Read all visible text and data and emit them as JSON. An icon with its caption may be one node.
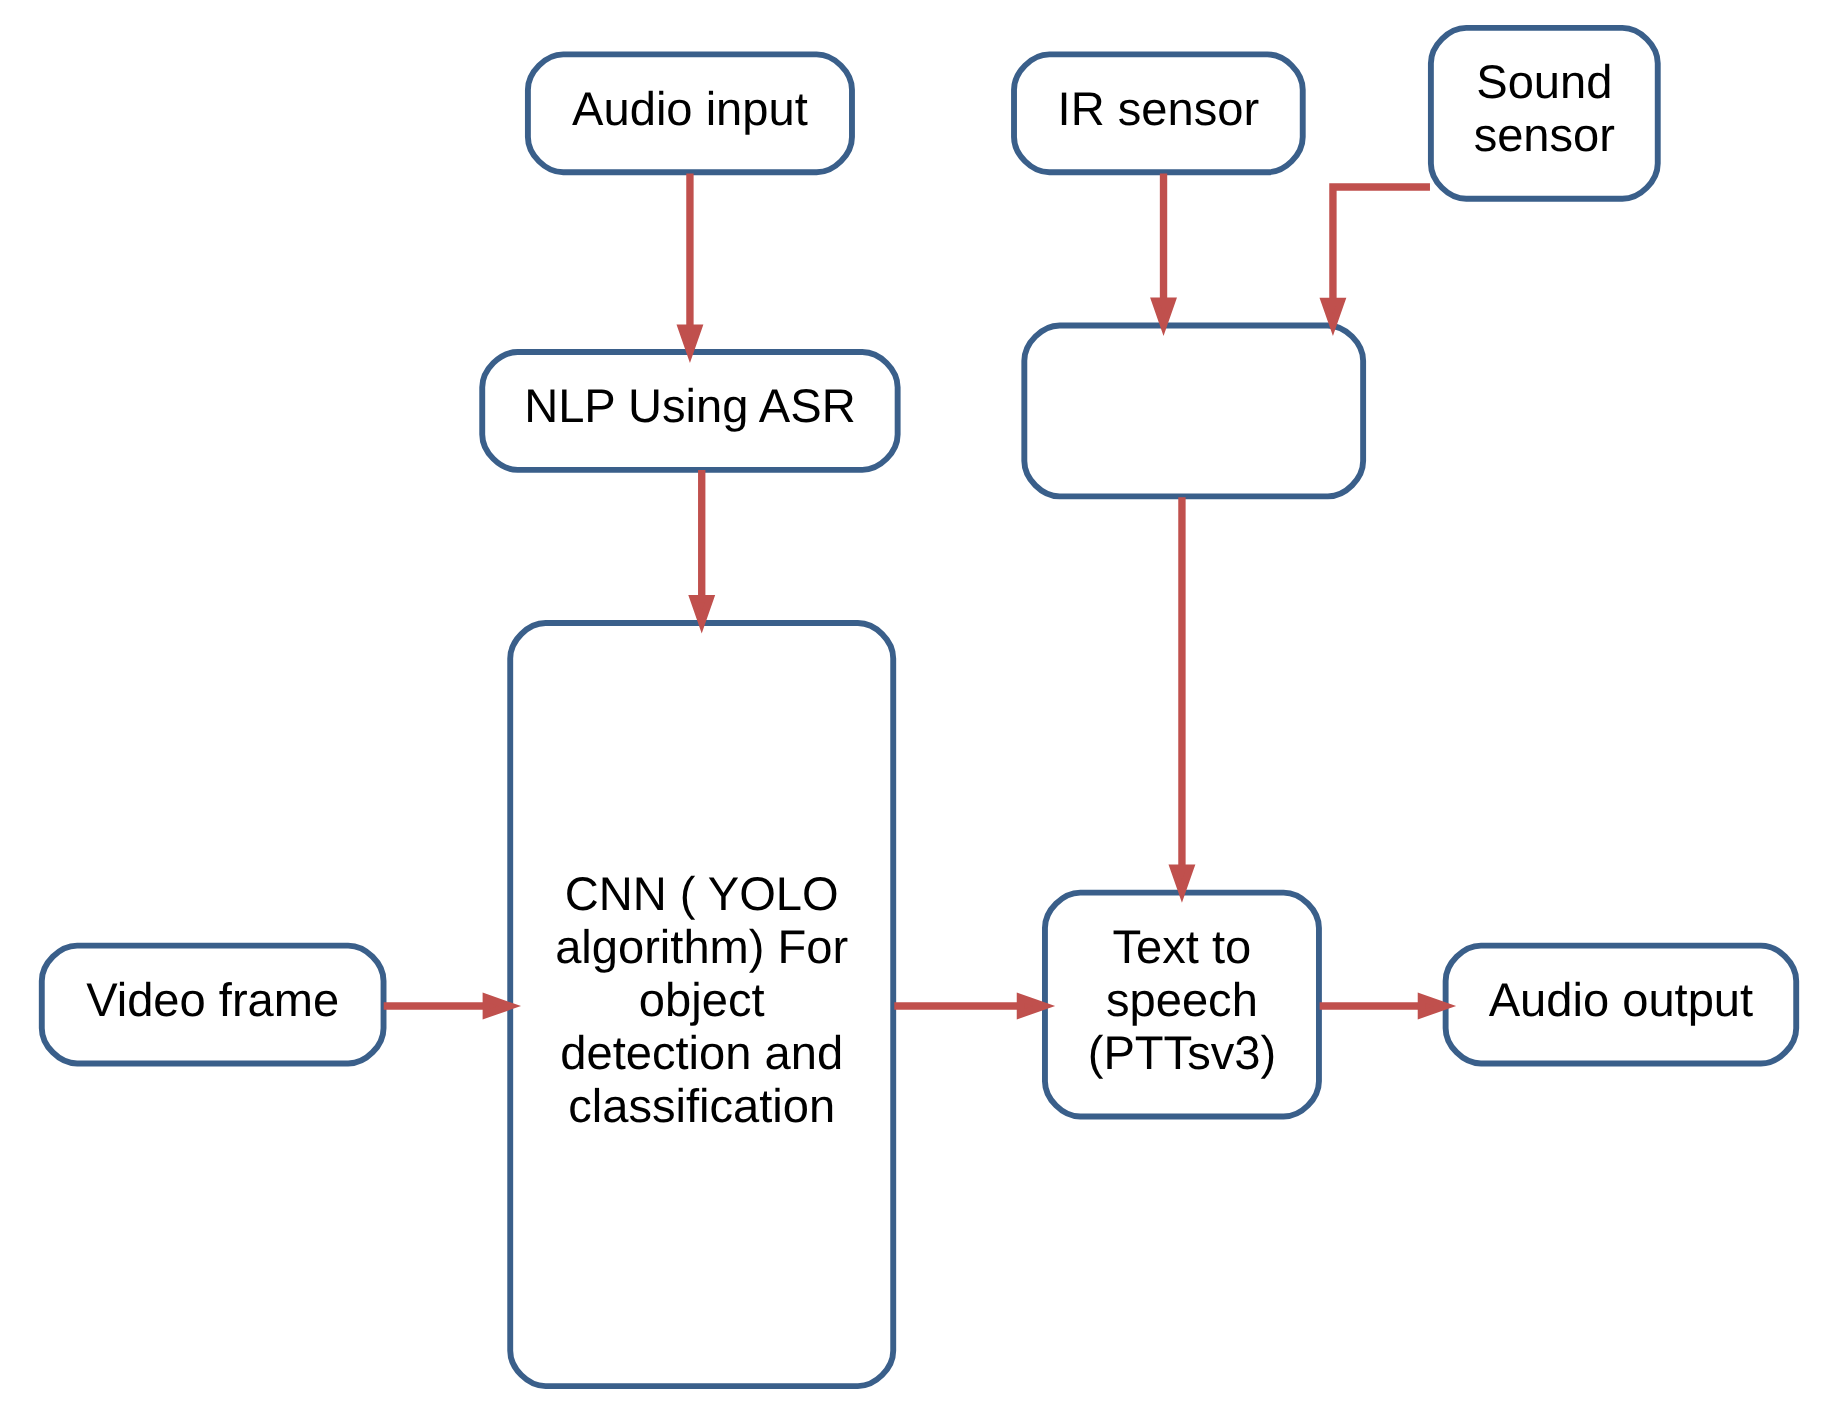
{
  "diagram": {
    "nodes": [
      {
        "text": [
          "Audio input"
        ]
      },
      {
        "text": [
          "IR sensor"
        ]
      },
      {
        "text": [
          "Sound sensor"
        ]
      },
      {
        "text": [
          "NLP Using ASR"
        ]
      },
      {
        "text": [],
        "shape": "box"
      },
      {
        "text": [
          "Video frame"
        ]
      },
      {
        "text": [
          "CNN ( YOLO algorithm) For object detection and classification"
        ]
      },
      {
        "text": [
          "Text to speech (PTTsv3)"
        ]
      },
      {
        "text": [
          "Audio output"
        ]
      }
    ],
    "edges": [
      {
        "from": 0,
        "to": 3,
        "arrow": "to"
      },
      {
        "from": 3,
        "to": 6,
        "arrow": "to"
      },
      {
        "from": 1,
        "to": 4,
        "arrow": "to"
      },
      {
        "from": 2,
        "to": 4,
        "arrow": "to"
      },
      {
        "from": 4,
        "to": 7,
        "arrow": "to"
      },
      {
        "from": 5,
        "to": 6,
        "arrow": "to"
      },
      {
        "from": 6,
        "to": 7,
        "arrow": "to"
      },
      {
        "from": 7,
        "to": 8,
        "arrow": "to"
      }
    ]
  }
}
